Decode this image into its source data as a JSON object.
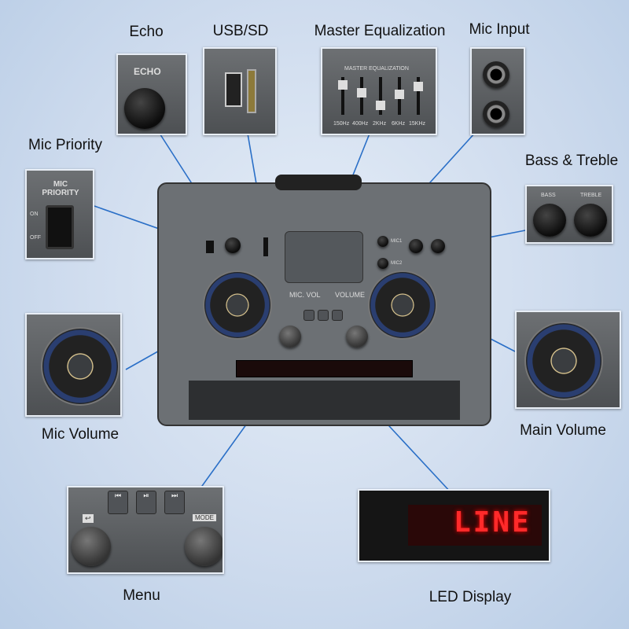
{
  "callouts": {
    "echo": "Echo",
    "usb_sd": "USB/SD",
    "master_eq": "Master Equalization",
    "mic_input": "Mic Input",
    "mic_priority": "Mic Priority",
    "bass_treble": "Bass & Treble",
    "mic_volume": "Mic Volume",
    "main_volume": "Main Volume",
    "menu": "Menu",
    "led_display": "LED Display"
  },
  "panel": {
    "echo": "ECHO",
    "mic_priority": "MIC PRIORITY",
    "on": "ON",
    "off": "OFF",
    "master_eq": "MASTER EQUALIZATION",
    "eq_bands": [
      "150Hz",
      "400Hz",
      "2KHz",
      "6KHz",
      "15KHz"
    ],
    "mic1": "MIC1",
    "mic2": "MIC2",
    "bass": "BASS",
    "treble": "TREBLE",
    "mic_vol": "MIC. VOL",
    "volume": "VOLUME",
    "prev": "⏮",
    "play_pause": "⏯",
    "next": "⏭",
    "mode": "MODE",
    "back": "↩",
    "display_text": "LINE"
  },
  "colors": {
    "leader_line": "#2a6fc7",
    "led": "#ff2a2a"
  }
}
